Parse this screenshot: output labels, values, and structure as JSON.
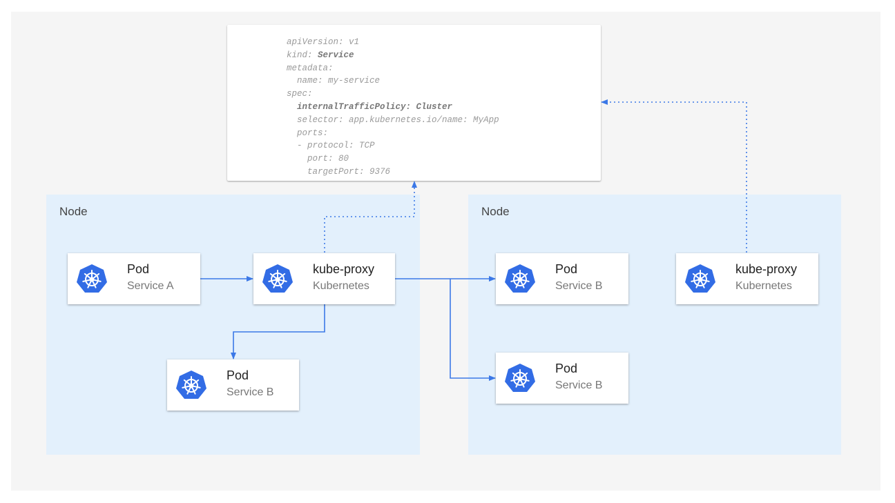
{
  "yaml": {
    "lines": [
      {
        "key": "apiVersion:",
        "value": " v1",
        "indent": 0,
        "bold": false
      },
      {
        "key": "kind:",
        "value": " Service",
        "indent": 0,
        "bold_value": true
      },
      {
        "key": "metadata:",
        "value": "",
        "indent": 0
      },
      {
        "key": "name:",
        "value": " my-service",
        "indent": 1
      },
      {
        "key": "spec:",
        "value": "",
        "indent": 0
      },
      {
        "key": "internalTrafficPolicy:",
        "value": " Cluster",
        "indent": 1,
        "bold": true
      },
      {
        "key": "selector:",
        "value": " app.kubernetes.io/name: MyApp",
        "indent": 1
      },
      {
        "key": "ports:",
        "value": "",
        "indent": 1
      },
      {
        "key": "- protocol:",
        "value": " TCP",
        "indent": 1
      },
      {
        "key": "port:",
        "value": " 80",
        "indent": 2
      },
      {
        "key": "targetPort:",
        "value": " 9376",
        "indent": 2
      }
    ]
  },
  "nodes": [
    {
      "label": "Node"
    },
    {
      "label": "Node"
    }
  ],
  "cards": [
    {
      "title": "Pod",
      "subtitle": "Service A",
      "icon": "kubernetes-helm-icon"
    },
    {
      "title": "kube-proxy",
      "subtitle": "Kubernetes",
      "icon": "kubernetes-helm-icon"
    },
    {
      "title": "Pod",
      "subtitle": "Service B",
      "icon": "kubernetes-helm-icon"
    },
    {
      "title": "Pod",
      "subtitle": "Service B",
      "icon": "kubernetes-helm-icon"
    },
    {
      "title": "kube-proxy",
      "subtitle": "Kubernetes",
      "icon": "kubernetes-helm-icon"
    },
    {
      "title": "Pod",
      "subtitle": "Service B",
      "icon": "kubernetes-helm-icon"
    }
  ],
  "colors": {
    "accent": "#326ce5",
    "arrow": "#3b78e7",
    "node_bg": "#e3f0fc",
    "panel_bg": "#f5f5f5"
  }
}
